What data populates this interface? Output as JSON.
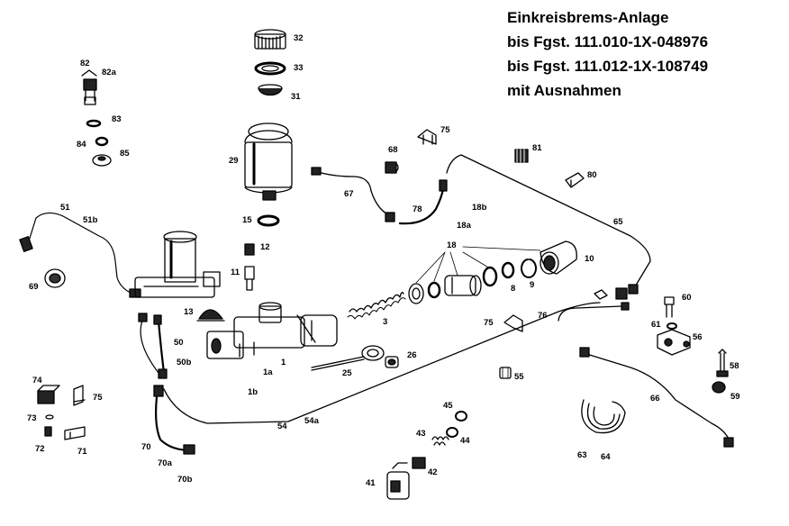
{
  "title": {
    "line1": "Einkreisbrems-Anlage",
    "line2": "bis Fgst. 111.010-1X-048976",
    "line3": "bis Fgst. 111.012-1X-108749",
    "line4": "mit Ausnahmen"
  },
  "callouts": {
    "c32": "32",
    "c33": "33",
    "c31": "31",
    "c29": "29",
    "c15": "15",
    "c82": "82",
    "c82a": "82a",
    "c83": "83",
    "c84": "84",
    "c85": "85",
    "c51": "51",
    "c51b": "51b",
    "c69": "69",
    "c12": "12",
    "c11": "11",
    "c13": "13",
    "c50": "50",
    "c50b": "50b",
    "c1": "1",
    "c1a": "1a",
    "c1b": "1b",
    "c74": "74",
    "c75a": "75",
    "c73": "73",
    "c72": "72",
    "c71": "71",
    "c70": "70",
    "c70a": "70a",
    "c70b": "70b",
    "c67": "67",
    "c68": "68",
    "c75b": "75",
    "c78": "78",
    "c81": "81",
    "c80": "80",
    "c18b": "18b",
    "c18a": "18a",
    "c18": "18",
    "c65": "65",
    "c10": "10",
    "c9": "9",
    "c8": "8",
    "c3": "3",
    "c25": "25",
    "c26": "26",
    "c54": "54",
    "c54a": "54a",
    "c55": "55",
    "c75c": "75",
    "c76": "76",
    "c60": "60",
    "c61": "61",
    "c56": "56",
    "c58": "58",
    "c59": "59",
    "c66": "66",
    "c63": "63",
    "c64": "64",
    "c45": "45",
    "c43": "43",
    "c44": "44",
    "c42": "42",
    "c41": "41"
  }
}
